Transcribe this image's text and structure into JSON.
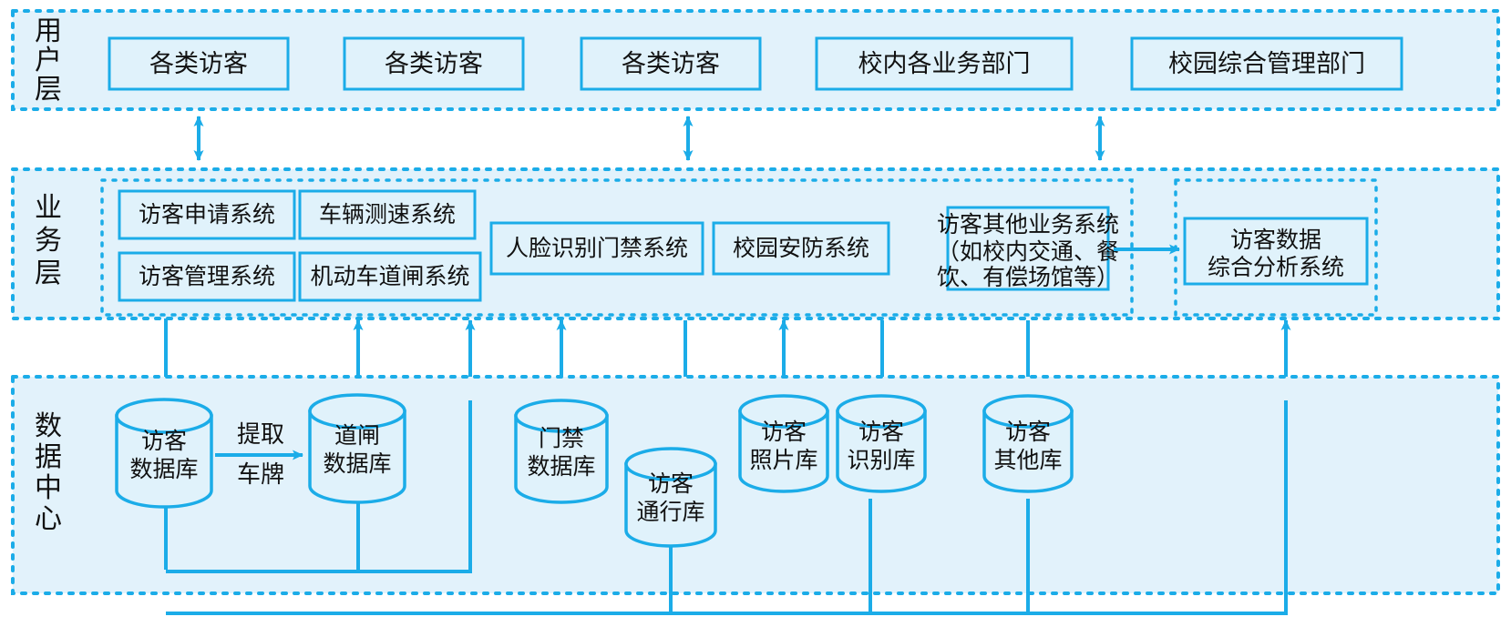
{
  "diagram": {
    "title": "校园访客管理系统架构图",
    "colors": {
      "stroke": "#1BACE8",
      "fill": "#E0F2FB",
      "panel_fill": "#E2F2FB",
      "text": "#111111",
      "background": "#FFFFFF"
    },
    "layers": [
      {
        "id": "user-layer",
        "label": "用户层",
        "label_chars": [
          "用",
          "户",
          "层"
        ],
        "boxes": [
          {
            "id": "visitor-1",
            "label": "各类访客"
          },
          {
            "id": "visitor-2",
            "label": "各类访客"
          },
          {
            "id": "visitor-3",
            "label": "各类访客"
          },
          {
            "id": "campus-departments",
            "label": "校内各业务部门"
          },
          {
            "id": "campus-admin",
            "label": "校园综合管理部门"
          }
        ]
      },
      {
        "id": "business-layer",
        "label": "业务层",
        "label_chars": [
          "业",
          "务",
          "层"
        ],
        "boxes": [
          {
            "id": "visitor-apply",
            "label": "访客申请系统"
          },
          {
            "id": "vehicle-speed",
            "label": "车辆测速系统"
          },
          {
            "id": "visitor-manage",
            "label": "访客管理系统"
          },
          {
            "id": "vehicle-barrier",
            "label": "机动车道闸系统"
          },
          {
            "id": "face-access",
            "label": "人脸识别门禁系统"
          },
          {
            "id": "campus-security",
            "label": "校园安防系统"
          },
          {
            "id": "visitor-other-business",
            "lines": [
              "访客其他业务系统",
              "（如校内交通、餐",
              "饮、有偿场馆等）"
            ]
          },
          {
            "id": "visitor-data-analysis",
            "lines": [
              "访客数据",
              "综合分析系统"
            ]
          }
        ]
      },
      {
        "id": "data-center-layer",
        "label": "数据中心",
        "label_chars": [
          "数",
          "据",
          "中",
          "心"
        ],
        "databases": [
          {
            "id": "visitor-db",
            "lines": [
              "访客",
              "数据库"
            ]
          },
          {
            "id": "barrier-db",
            "lines": [
              "道闸",
              "数据库"
            ]
          },
          {
            "id": "access-control-db",
            "lines": [
              "门禁",
              "数据库"
            ]
          },
          {
            "id": "visitor-pass-db",
            "lines": [
              "访客",
              "通行库"
            ]
          },
          {
            "id": "visitor-photo-db",
            "lines": [
              "访客",
              "照片库"
            ]
          },
          {
            "id": "visitor-recognition-db",
            "lines": [
              "访客",
              "识别库"
            ]
          },
          {
            "id": "visitor-other-db",
            "lines": [
              "访客",
              "其他库"
            ]
          }
        ]
      }
    ],
    "edge_labels": [
      {
        "id": "extract-plate",
        "lines": [
          "提取",
          "车牌"
        ],
        "from": "visitor-db",
        "to": "barrier-db"
      }
    ]
  }
}
